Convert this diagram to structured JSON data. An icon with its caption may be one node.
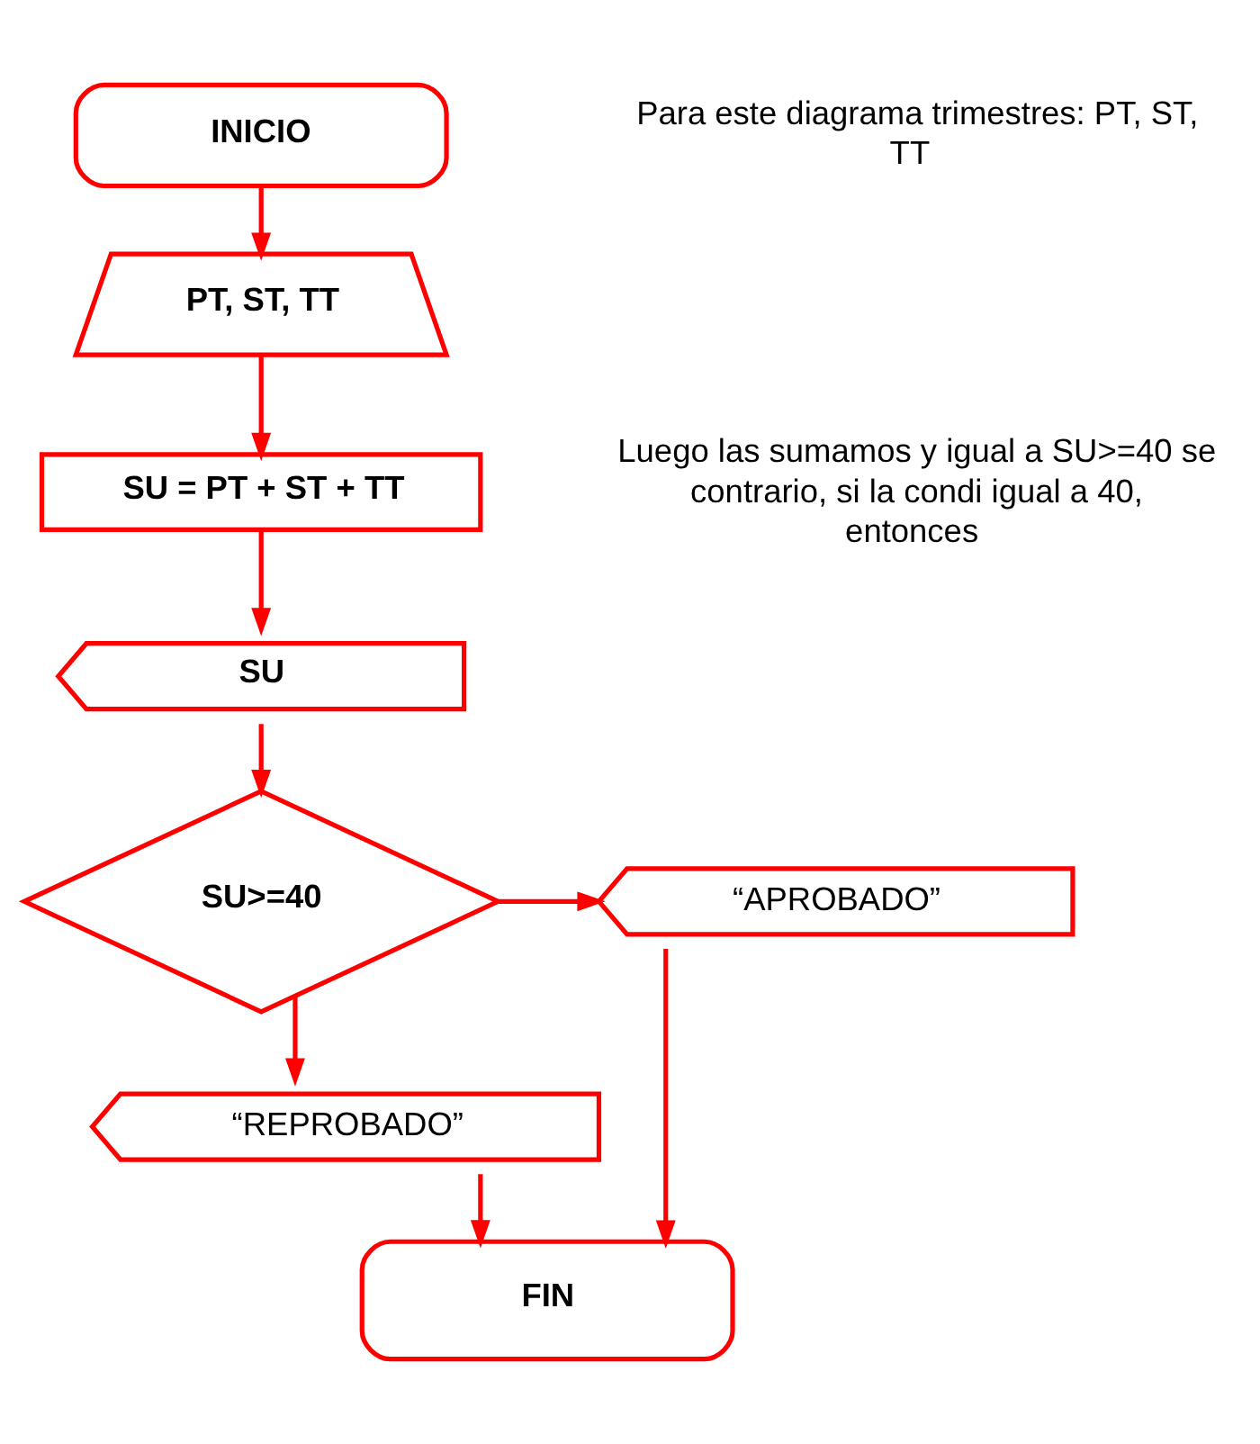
{
  "diagram": {
    "nodes": [
      {
        "text": [
          "INICIO"
        ]
      },
      {
        "text": [
          "PT, ST, TT"
        ]
      },
      {
        "text": [
          "SU = PT + ST + TT"
        ]
      },
      {
        "text": [
          "SU"
        ]
      },
      {
        "text": [
          "SU>=40"
        ]
      },
      {
        "text": [
          "“APROBADO”"
        ]
      },
      {
        "text": [
          "“REPROBADO”"
        ]
      },
      {
        "text": [
          "FIN"
        ]
      }
    ],
    "edges": [
      {
        "from": 0,
        "to": 1,
        "arrow": "to"
      },
      {
        "from": 1,
        "to": 2,
        "arrow": "to"
      },
      {
        "from": 2,
        "to": 3,
        "arrow": "to"
      },
      {
        "from": 3,
        "to": 4,
        "arrow": "to"
      },
      {
        "from": 4,
        "to": 5,
        "arrow": "to"
      },
      {
        "from": 4,
        "to": 6,
        "arrow": "to"
      },
      {
        "from": 6,
        "to": 7,
        "arrow": "to"
      },
      {
        "from": 5,
        "to": 7,
        "arrow": "to"
      }
    ],
    "labels": [
      "Para este diagrama trimestres: PT, ST, TT",
      "Luego las sumamos y igual a SU>=40 se contrario, si la condi igual a 40, entonces"
    ]
  }
}
